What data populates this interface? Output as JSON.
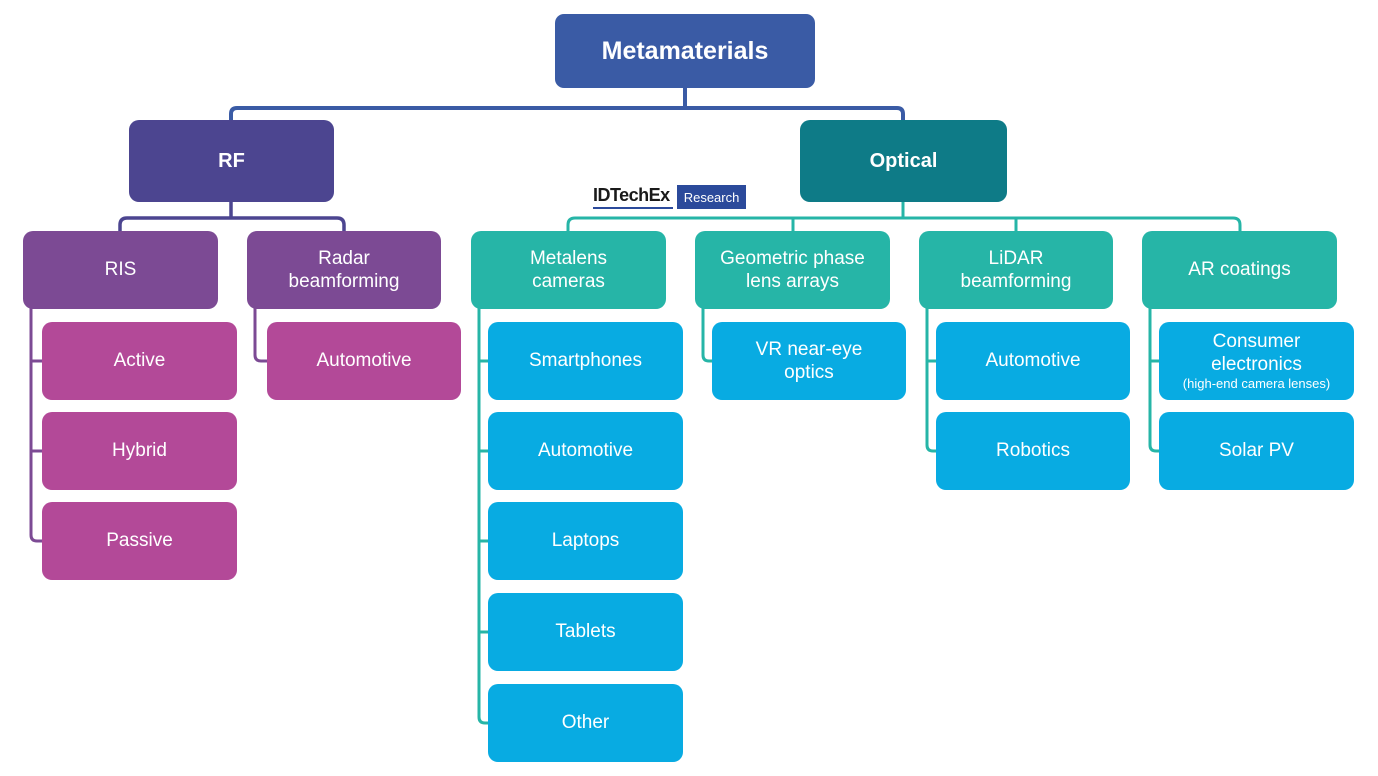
{
  "watermark": {
    "brand": "IDTechEx",
    "suffix": "Research"
  },
  "colors": {
    "root_blue": "#3A5BA5",
    "rf_indigo": "#4C4590",
    "optical_dark_teal": "#0E7B87",
    "rf_branch_purple": "#7C4A94",
    "rf_leaf_magenta": "#B34998",
    "optical_branch_teal": "#26B5A7",
    "optical_leaf_blue": "#08ABE2",
    "logo_badge_blue": "#2B4A9B"
  },
  "tree": {
    "label": "Metamaterials",
    "children": [
      {
        "label": "RF",
        "children": [
          {
            "label": "RIS",
            "children": [
              {
                "label": "Active"
              },
              {
                "label": "Hybrid"
              },
              {
                "label": "Passive"
              }
            ]
          },
          {
            "label": "Radar beamforming",
            "children": [
              {
                "label": "Automotive"
              }
            ]
          }
        ]
      },
      {
        "label": "Optical",
        "children": [
          {
            "label": "Metalens cameras",
            "children": [
              {
                "label": "Smartphones"
              },
              {
                "label": "Automotive"
              },
              {
                "label": "Laptops"
              },
              {
                "label": "Tablets"
              },
              {
                "label": "Other"
              }
            ]
          },
          {
            "label": "Geometric phase lens arrays",
            "children": [
              {
                "label": "VR near-eye optics"
              }
            ]
          },
          {
            "label": "LiDAR beamforming",
            "children": [
              {
                "label": "Automotive"
              },
              {
                "label": "Robotics"
              }
            ]
          },
          {
            "label": "AR coatings",
            "children": [
              {
                "label": "Consumer electronics",
                "sublabel": "(high-end camera lenses)"
              },
              {
                "label": "Solar PV"
              }
            ]
          }
        ]
      }
    ]
  }
}
